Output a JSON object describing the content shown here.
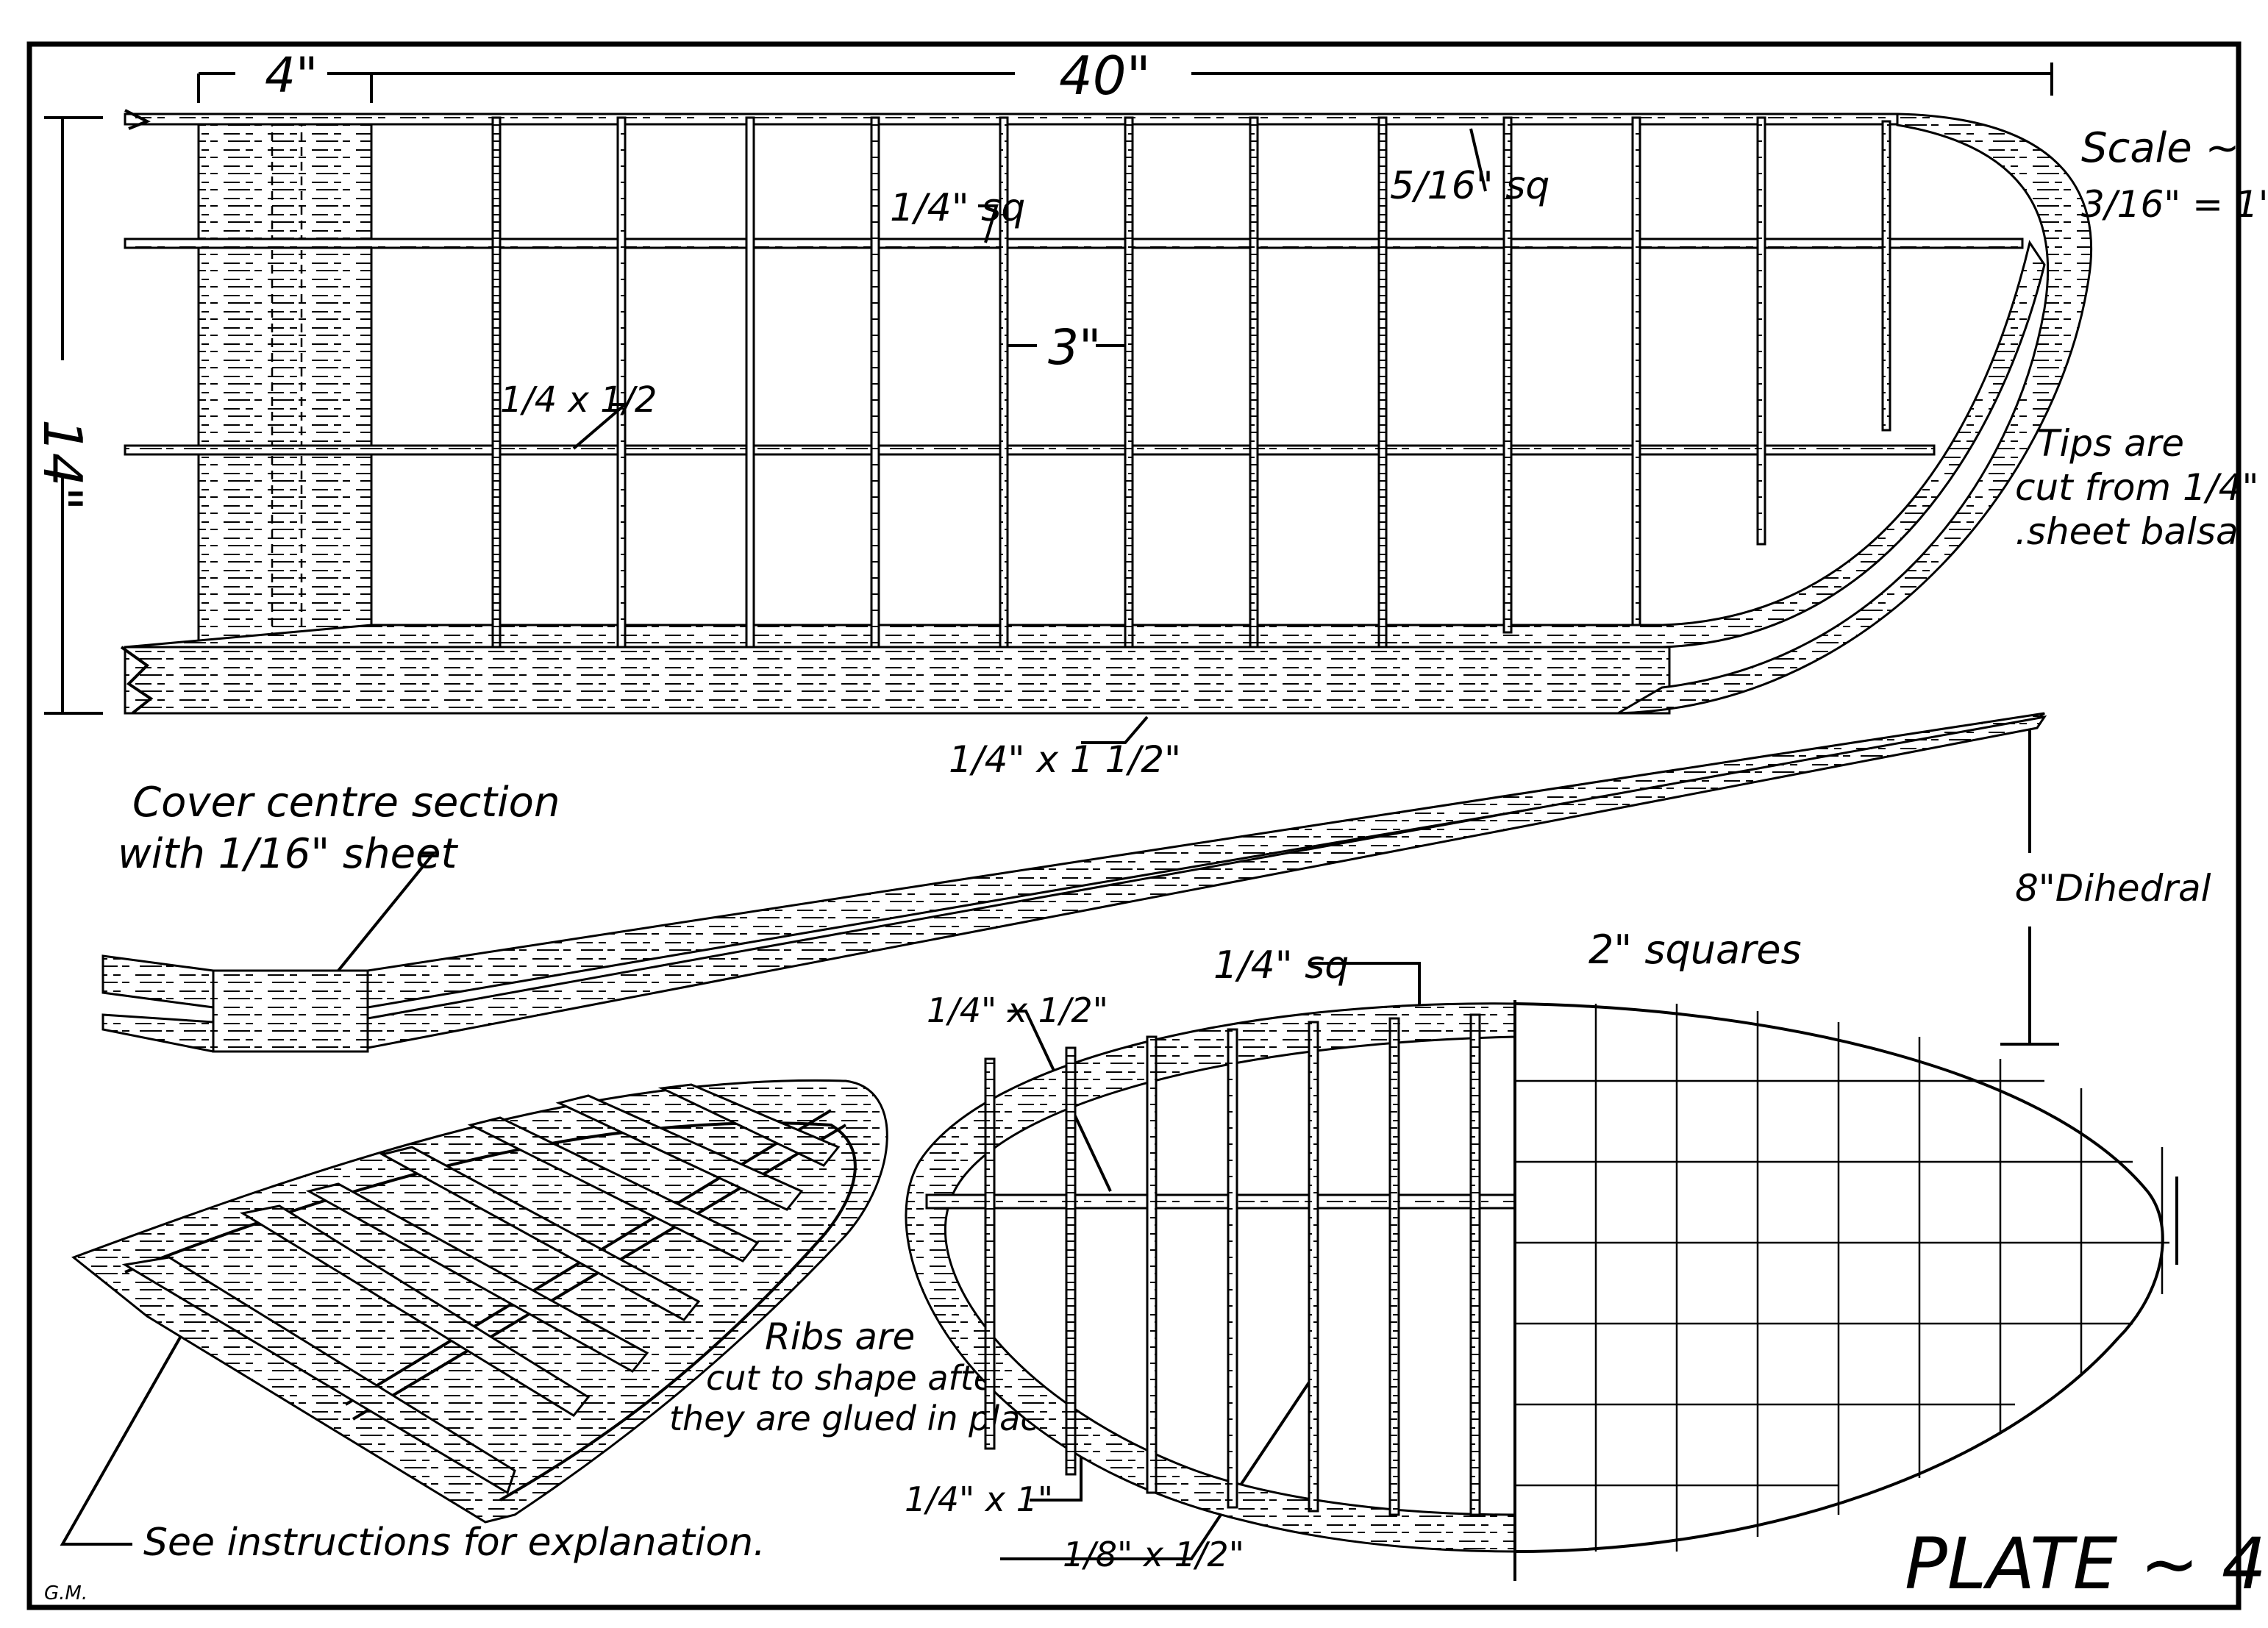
{
  "dimensions": {
    "span": "40\"",
    "center": "4\"",
    "chord": "14\"",
    "rib_spacing": "3\"",
    "dihedral": "8\"Dihedral"
  },
  "labels": {
    "spar_quarter_sq": "1/4\" sq",
    "spar_5_16_sq": "5/16\" sq",
    "spar_quarter_half": "1/4 x 1/2",
    "trailing_edge": "1/4\" x 1 1/2\"",
    "scale_1": "Scale ~",
    "scale_2": "3/16\" = 1\"",
    "tips_1": "Tips are",
    "tips_2": "cut from 1/4\"",
    "tips_3": ".sheet balsa",
    "cover_1": "Cover centre section",
    "cover_2": "with 1/16\" sheet",
    "tip_spar_sq": "1/4\" sq",
    "tip_spar_quarter_half": "1/4\" x 1/2\"",
    "tip_quarter_one": "1/4\" x 1\"",
    "tip_eighth_half": "1/8\" x 1/2\"",
    "squares": "2\" squares",
    "ribs_1": "Ribs are",
    "ribs_2": "cut to shape after",
    "ribs_3": "they are glued in place",
    "instructions": "See instructions for explanation.",
    "plate": "PLATE ~ 4",
    "initials": "G.M."
  },
  "colors": {
    "ink": "#000000",
    "paper": "#ffffff"
  }
}
